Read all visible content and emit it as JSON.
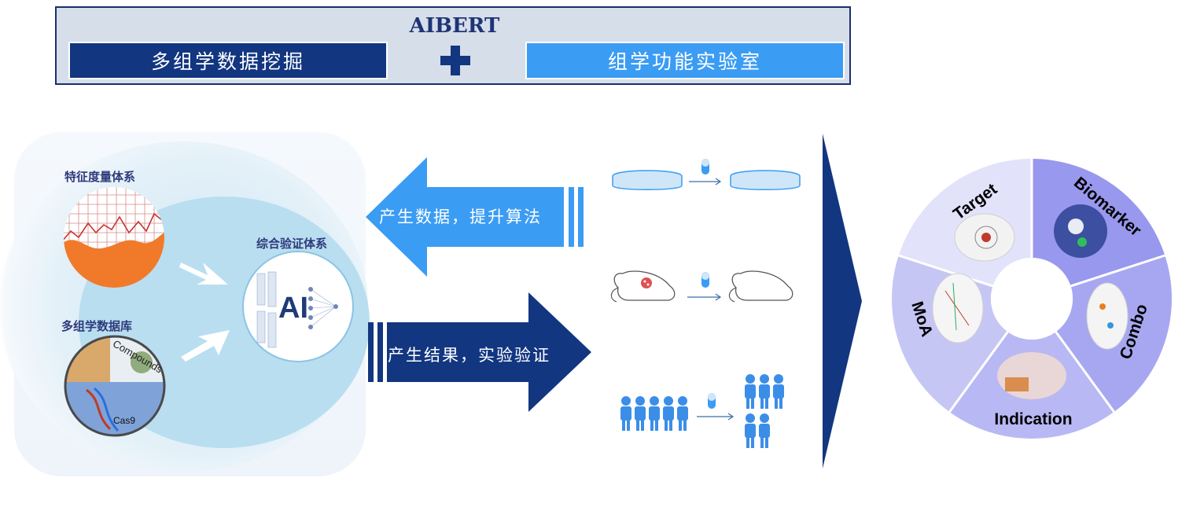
{
  "banner": {
    "title": "AIBERT",
    "left_label": "多组学数据挖掘",
    "right_label": "组学功能实验室"
  },
  "left_panel": {
    "feature_label": "特征度量体系",
    "database_label": "多组学数据库",
    "validation_label": "综合验证体系",
    "ai_label": "AI",
    "compounds_label": "Compounds",
    "cas9_label": "Cas9"
  },
  "arrows": {
    "left_arrow_text": "产生数据，提升算法",
    "right_arrow_text": "产生结果，实验验证"
  },
  "wheel": {
    "segments": [
      "Target",
      "Biomarker",
      "Combo",
      "Indication",
      "MoA"
    ]
  },
  "colors": {
    "navy": "#123680",
    "blue": "#3b9cf3",
    "banner_bg": "#d6deea",
    "wheel_light": "#e2e2fb",
    "wheel_mid": "#c6c6f5",
    "wheel_dark": "#9898ee"
  }
}
